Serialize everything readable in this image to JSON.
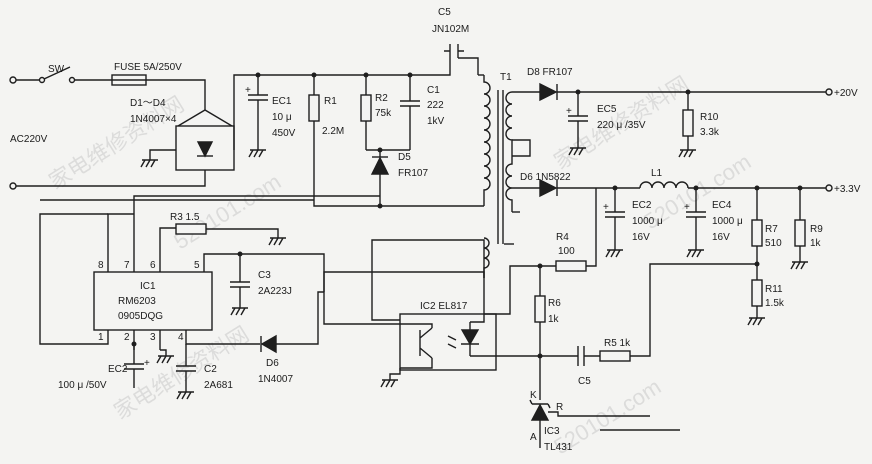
{
  "watermarks": [
    "家电维修资料网",
    "520101.com",
    "家电维修资料网",
    "520101.com",
    "家电维修资料网",
    "520101.com"
  ],
  "labels": {
    "sw": "SW",
    "fuse": "FUSE 5A/250V",
    "d1d4": "D1～D4",
    "d1d4_part": "1N4007×4",
    "ac": "AC220V",
    "ec1": "EC1",
    "ec1_val": "10 μ",
    "ec1_volt": "450V",
    "r1": "R1",
    "r1_val": "2.2M",
    "r2": "R2",
    "r2_val": "75k",
    "c1": "C1",
    "c1_val": "222",
    "c1_volt": "1kV",
    "c5top": "C5",
    "c5top_val": "JN102M",
    "d5": "D5",
    "d5_part": "FR107",
    "t1": "T1",
    "d8": "D8 FR107",
    "ec5": "EC5",
    "ec5_val": "220 μ /35V",
    "r10": "R10",
    "r10_val": "3.3k",
    "out20": "+20V",
    "d6top": "D6  1N5822",
    "l1": "L1",
    "out33": "+3.3V",
    "ec2top": "EC2",
    "ec2top_val": "1000 μ",
    "ec2top_volt": "16V",
    "ec4": "EC4",
    "ec4_val": "1000 μ",
    "ec4_volt": "16V",
    "r7": "R7",
    "r7_val": "510",
    "r9": "R9",
    "r9_val": "1k",
    "r11": "R11",
    "r11_val": "1.5k",
    "r3": "R3 1.5",
    "c3": "C3",
    "c3_val": "2A223J",
    "ic1": "IC1",
    "ic1_part": "RM6203",
    "ic1_code": "0905DQG",
    "pin8": "8",
    "pin7": "7",
    "pin6": "6",
    "pin5": "5",
    "pin1": "1",
    "pin2": "2",
    "pin3": "3",
    "pin4": "4",
    "ec2": "EC2",
    "ec2_val": "100 μ /50V",
    "c2": "C2",
    "c2_val": "2A681",
    "d6": "D6",
    "d6_part": "1N4007",
    "r4": "R4",
    "r4_val": "100",
    "ic2": "IC2 EL817",
    "r6": "R6",
    "r6_val": "1k",
    "c5": "C5",
    "r5": "R5  1k",
    "k": "K",
    "r": "R",
    "a": "A",
    "ic3": "IC3",
    "ic3_part": "TL431"
  }
}
